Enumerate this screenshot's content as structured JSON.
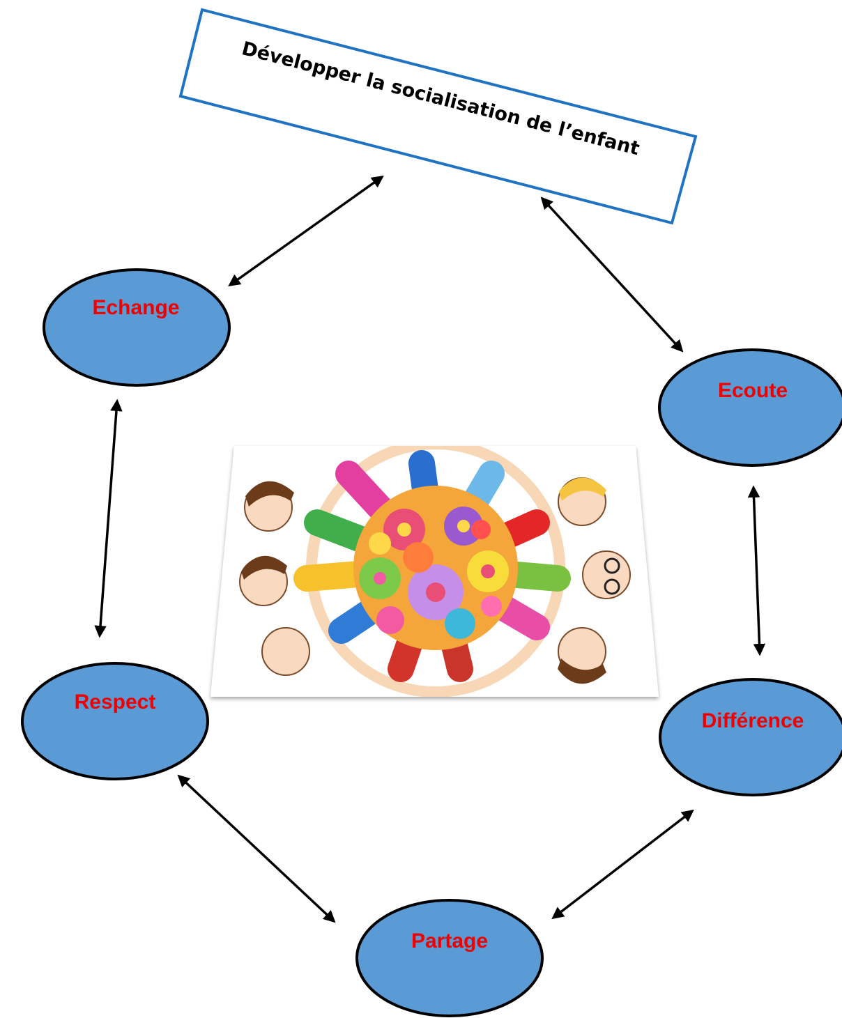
{
  "title": "Développer la socialisation de l’enfant",
  "nodes": {
    "echange": "Echange",
    "ecoute": "Ecoute",
    "respect": "Respect",
    "difference": "Différence",
    "partage": "Partage"
  },
  "colors": {
    "node_fill": "#5b9bd5",
    "node_label": "#ee0000",
    "title_border": "#1f73c2",
    "edge": "#000000"
  },
  "illustration": "children-holding-hands-around-flowers"
}
